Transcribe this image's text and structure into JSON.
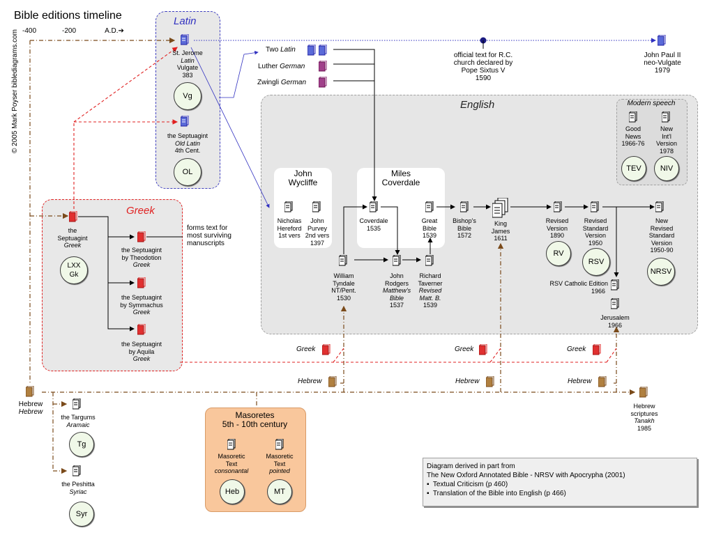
{
  "header": {
    "title": "Bible editions timeline",
    "copyright": "© 2005 Mark Poyser  biblediagrams.com",
    "ticks": [
      "-400",
      "-200",
      "A.D."
    ],
    "arrow_glyph": "➔"
  },
  "groups": {
    "latin": "Latin",
    "greek": "Greek",
    "english": "English",
    "modern": "Modern speech",
    "wycliffe": [
      "John",
      "Wycliffe"
    ],
    "coverdale": [
      "Miles",
      "Coverdale"
    ],
    "masoretes": [
      "Masoretes",
      "5th - 10th century"
    ]
  },
  "nodes": {
    "jerome": [
      "St. Jerome",
      "Latin",
      "Vulgate",
      "383"
    ],
    "old_latin": [
      "the Septuagint",
      "Old Latin",
      "4th Cent."
    ],
    "two_latin": [
      "Two",
      "Latin"
    ],
    "luther": [
      "Luther",
      "German"
    ],
    "zwingli": [
      "Zwingli",
      "German"
    ],
    "sixtus": [
      "official text for R.C.",
      "church declared by",
      "Pope Sixtus V",
      "1590"
    ],
    "jp2": [
      "John Paul II",
      "neo-Vulgate",
      "1979"
    ],
    "septuagint": [
      "the",
      "Septuagint",
      "Greek"
    ],
    "theodotion": [
      "the Septuagint",
      "by Theodotion",
      "Greek"
    ],
    "symmachus": [
      "the Septuagint",
      "by Symmachus",
      "Greek"
    ],
    "aquila": [
      "the Septuagint",
      "by Aquila",
      "Greek"
    ],
    "forms_text": [
      "forms text for",
      "most surviving",
      "manuscripts"
    ],
    "hereford": [
      "Nicholas",
      "Hereford",
      "1st vers"
    ],
    "purvey": [
      "John",
      "Purvey",
      "2nd vers",
      "1397"
    ],
    "tyndale": [
      "William",
      "Tyndale",
      "NT/Pent.",
      "1530"
    ],
    "coverdale_1535": [
      "Coverdale",
      "1535"
    ],
    "rodgers": [
      "John",
      "Rodgers",
      "Matthew's",
      "Bible",
      "1537"
    ],
    "taverner": [
      "Richard",
      "Taverner",
      "Revised",
      "Matt. B.",
      "1539"
    ],
    "great_bible": [
      "Great",
      "Bible",
      "1539"
    ],
    "bishops": [
      "Bishop's",
      "Bible",
      "1572"
    ],
    "king_james": [
      "King",
      "James",
      "1611"
    ],
    "rv": [
      "Revised",
      "Version",
      "1890"
    ],
    "rsv": [
      "Revised",
      "Standard",
      "Version",
      "1950"
    ],
    "nrsv": [
      "New",
      "Revised",
      "Standard",
      "Version",
      "1950-90"
    ],
    "rsv_catholic": "RSV Catholic Edition",
    "rsv_catholic_year": "1966",
    "jerusalem": [
      "Jerusalem",
      "1966"
    ],
    "good_news": [
      "Good",
      "News",
      "1966-76"
    ],
    "niv": [
      "New",
      "Int'l",
      "Version",
      "1978"
    ],
    "hebrew_root": [
      "Hebrew",
      "Hebrew"
    ],
    "targums": [
      "the Targums",
      "Aramaic"
    ],
    "peshitta": [
      "the Peshitta",
      "Syriac"
    ],
    "hebrew_scriptures": [
      "Hebrew",
      "scriptures",
      "Tanakh",
      "1985"
    ],
    "mt_consonantal": [
      "Masoretic",
      "Text",
      "consonantal"
    ],
    "mt_pointed": [
      "Masoretic",
      "Text",
      "pointed"
    ]
  },
  "badges": {
    "vg": "Vg",
    "ol": "OL",
    "lxx": [
      "LXX",
      "Gk"
    ],
    "tg": "Tg",
    "syr": "Syr",
    "heb": "Heb",
    "mt": "MT",
    "rv": "RV",
    "rsv": "RSV",
    "nrsv": "NRSV",
    "tev": "TEV",
    "niv": "NIV"
  },
  "source_labels": {
    "greek": "Greek",
    "hebrew": "Hebrew"
  },
  "note": {
    "lines": [
      "Diagram derived in part from",
      "The New Oxford Annotated Bible - NRSV with Apocrypha (2001)"
    ],
    "bullets": [
      "Textual Criticism (p 460)",
      "Translation of the Bible into English (p 466)"
    ]
  },
  "colors": {
    "latin": "#3030c0",
    "greek": "#e02020",
    "hebrew": "#7a4a1a",
    "german": "#8a2070",
    "doc_blue": "#5a6ad8",
    "doc_red": "#e03030",
    "doc_brown": "#b08040",
    "doc_purple": "#a0408a",
    "doc_black": "#222222",
    "masoretes_bg": "#f9c79c",
    "badge_bg": "#f0f8e8"
  },
  "icons": [
    "document-icon",
    "arrow-right-icon"
  ]
}
